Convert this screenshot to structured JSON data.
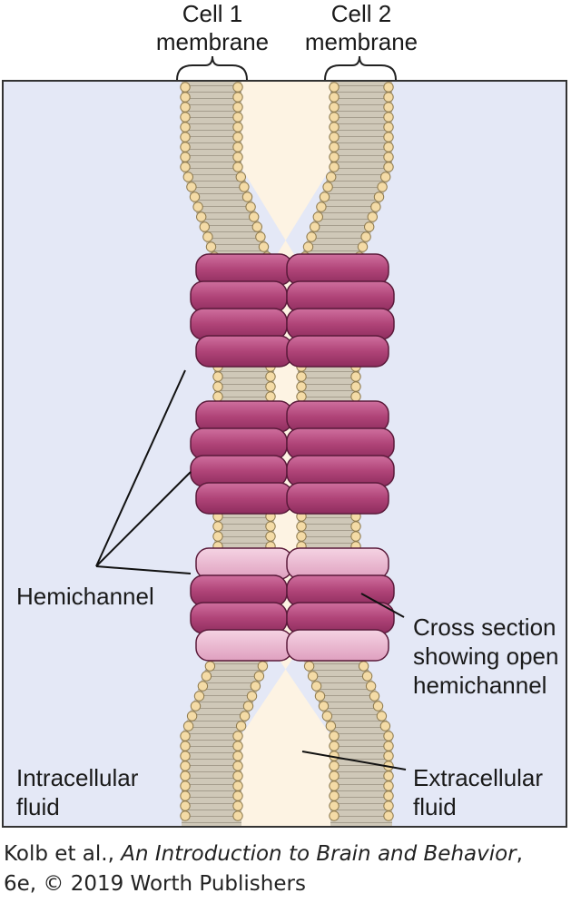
{
  "diagram": {
    "labels": {
      "cell1_line1": "Cell 1",
      "cell1_line2": "membrane",
      "cell2_line1": "Cell 2",
      "cell2_line2": "membrane",
      "hemichannel": "Hemichannel",
      "cross_line1": "Cross section",
      "cross_line2": "showing open",
      "cross_line3": "hemichannel",
      "intra_line1": "Intracellular",
      "intra_line2": "fluid",
      "extra_line1": "Extracellular",
      "extra_line2": "fluid"
    },
    "colors": {
      "intracellular": "#e4e8f6",
      "extracellular": "#fdf3e3",
      "lipid_head": "#f4dba6",
      "lipid_tail": "#c9c2b2",
      "channel_dark": "#b5457c",
      "channel_light": "#e9b3cd",
      "outline": "#5a1a3a"
    }
  },
  "caption": {
    "authors": "Kolb et al., ",
    "book_title": "An Introduction to Brain and Behavior",
    "edition": ",",
    "line2": "6e, © 2019 Worth Publishers"
  }
}
